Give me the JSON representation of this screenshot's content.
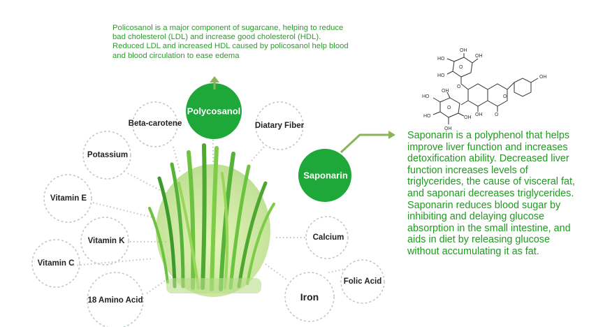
{
  "nutrients": {
    "beta_carotene": "Beta-carotene",
    "diatary_fiber": "Diatary Fiber",
    "potassium": "Potassium",
    "vitamin_e": "Vitamin E",
    "vitamin_k": "Vitamin K",
    "vitamin_c": "Vitamin C",
    "amino_acid": "18 Amino Acid",
    "calcium": "Calcium",
    "folic_acid": "Folic Acid",
    "iron": "Iron"
  },
  "highlights": {
    "policosanol": "Polycosanol",
    "saponarin": "Saponarin"
  },
  "policosanol_text": {
    "line1": "Policosanol is a major component of sugarcane, helping to reduce bad cholesterol (LDL) and increase good cholesterol (HDL).",
    "line2": "Reduced LDL and increased HDL caused by policosanol help blood and blood circulation to ease edema"
  },
  "saponarin_text": "Saponarin is a polyphenol that helps improve liver function and increases detoxification ability. Decreased liver function increases levels of triglycerides, the cause of visceral fat, and saponari decreases triglycerides. Saponarin reduces blood sugar by inhibiting and delaying glucose absorption in the small intestine, and aids in diet by releasing glucose without accumulating it as fat.",
  "molecule_labels": {
    "oh": "OH",
    "ho": "HO",
    "o": "O"
  },
  "colors": {
    "green": "#1fa83a",
    "text_green": "#2e9b2e",
    "arrow": "#8cb35a",
    "dash": "#b8c8c0"
  }
}
